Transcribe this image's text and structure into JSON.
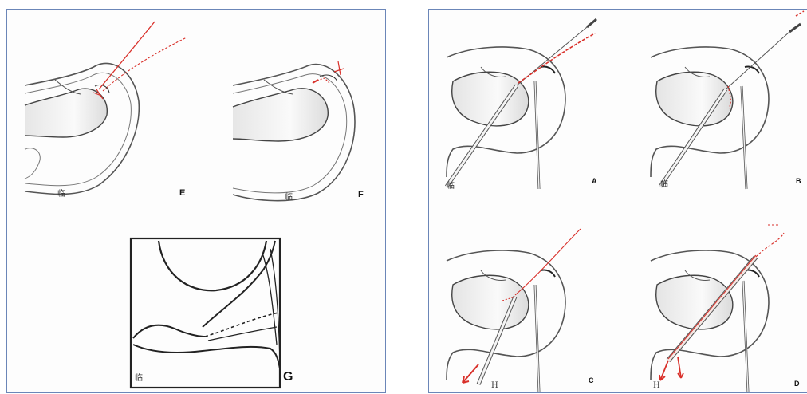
{
  "colors": {
    "frame": "#6b86b8",
    "suture": "#d9302a",
    "ink": "#333333"
  },
  "left_panel": {
    "labels": {
      "E": "E",
      "F": "F",
      "G": "G"
    },
    "hand_labels": {
      "E": "临",
      "F": "临",
      "G": "临"
    }
  },
  "right_panel": {
    "labels": {
      "A": "A",
      "B": "B",
      "C": "C",
      "D": "D"
    },
    "hand_labels": {
      "A": "临",
      "B": "临",
      "C": "H",
      "D": "H"
    }
  }
}
